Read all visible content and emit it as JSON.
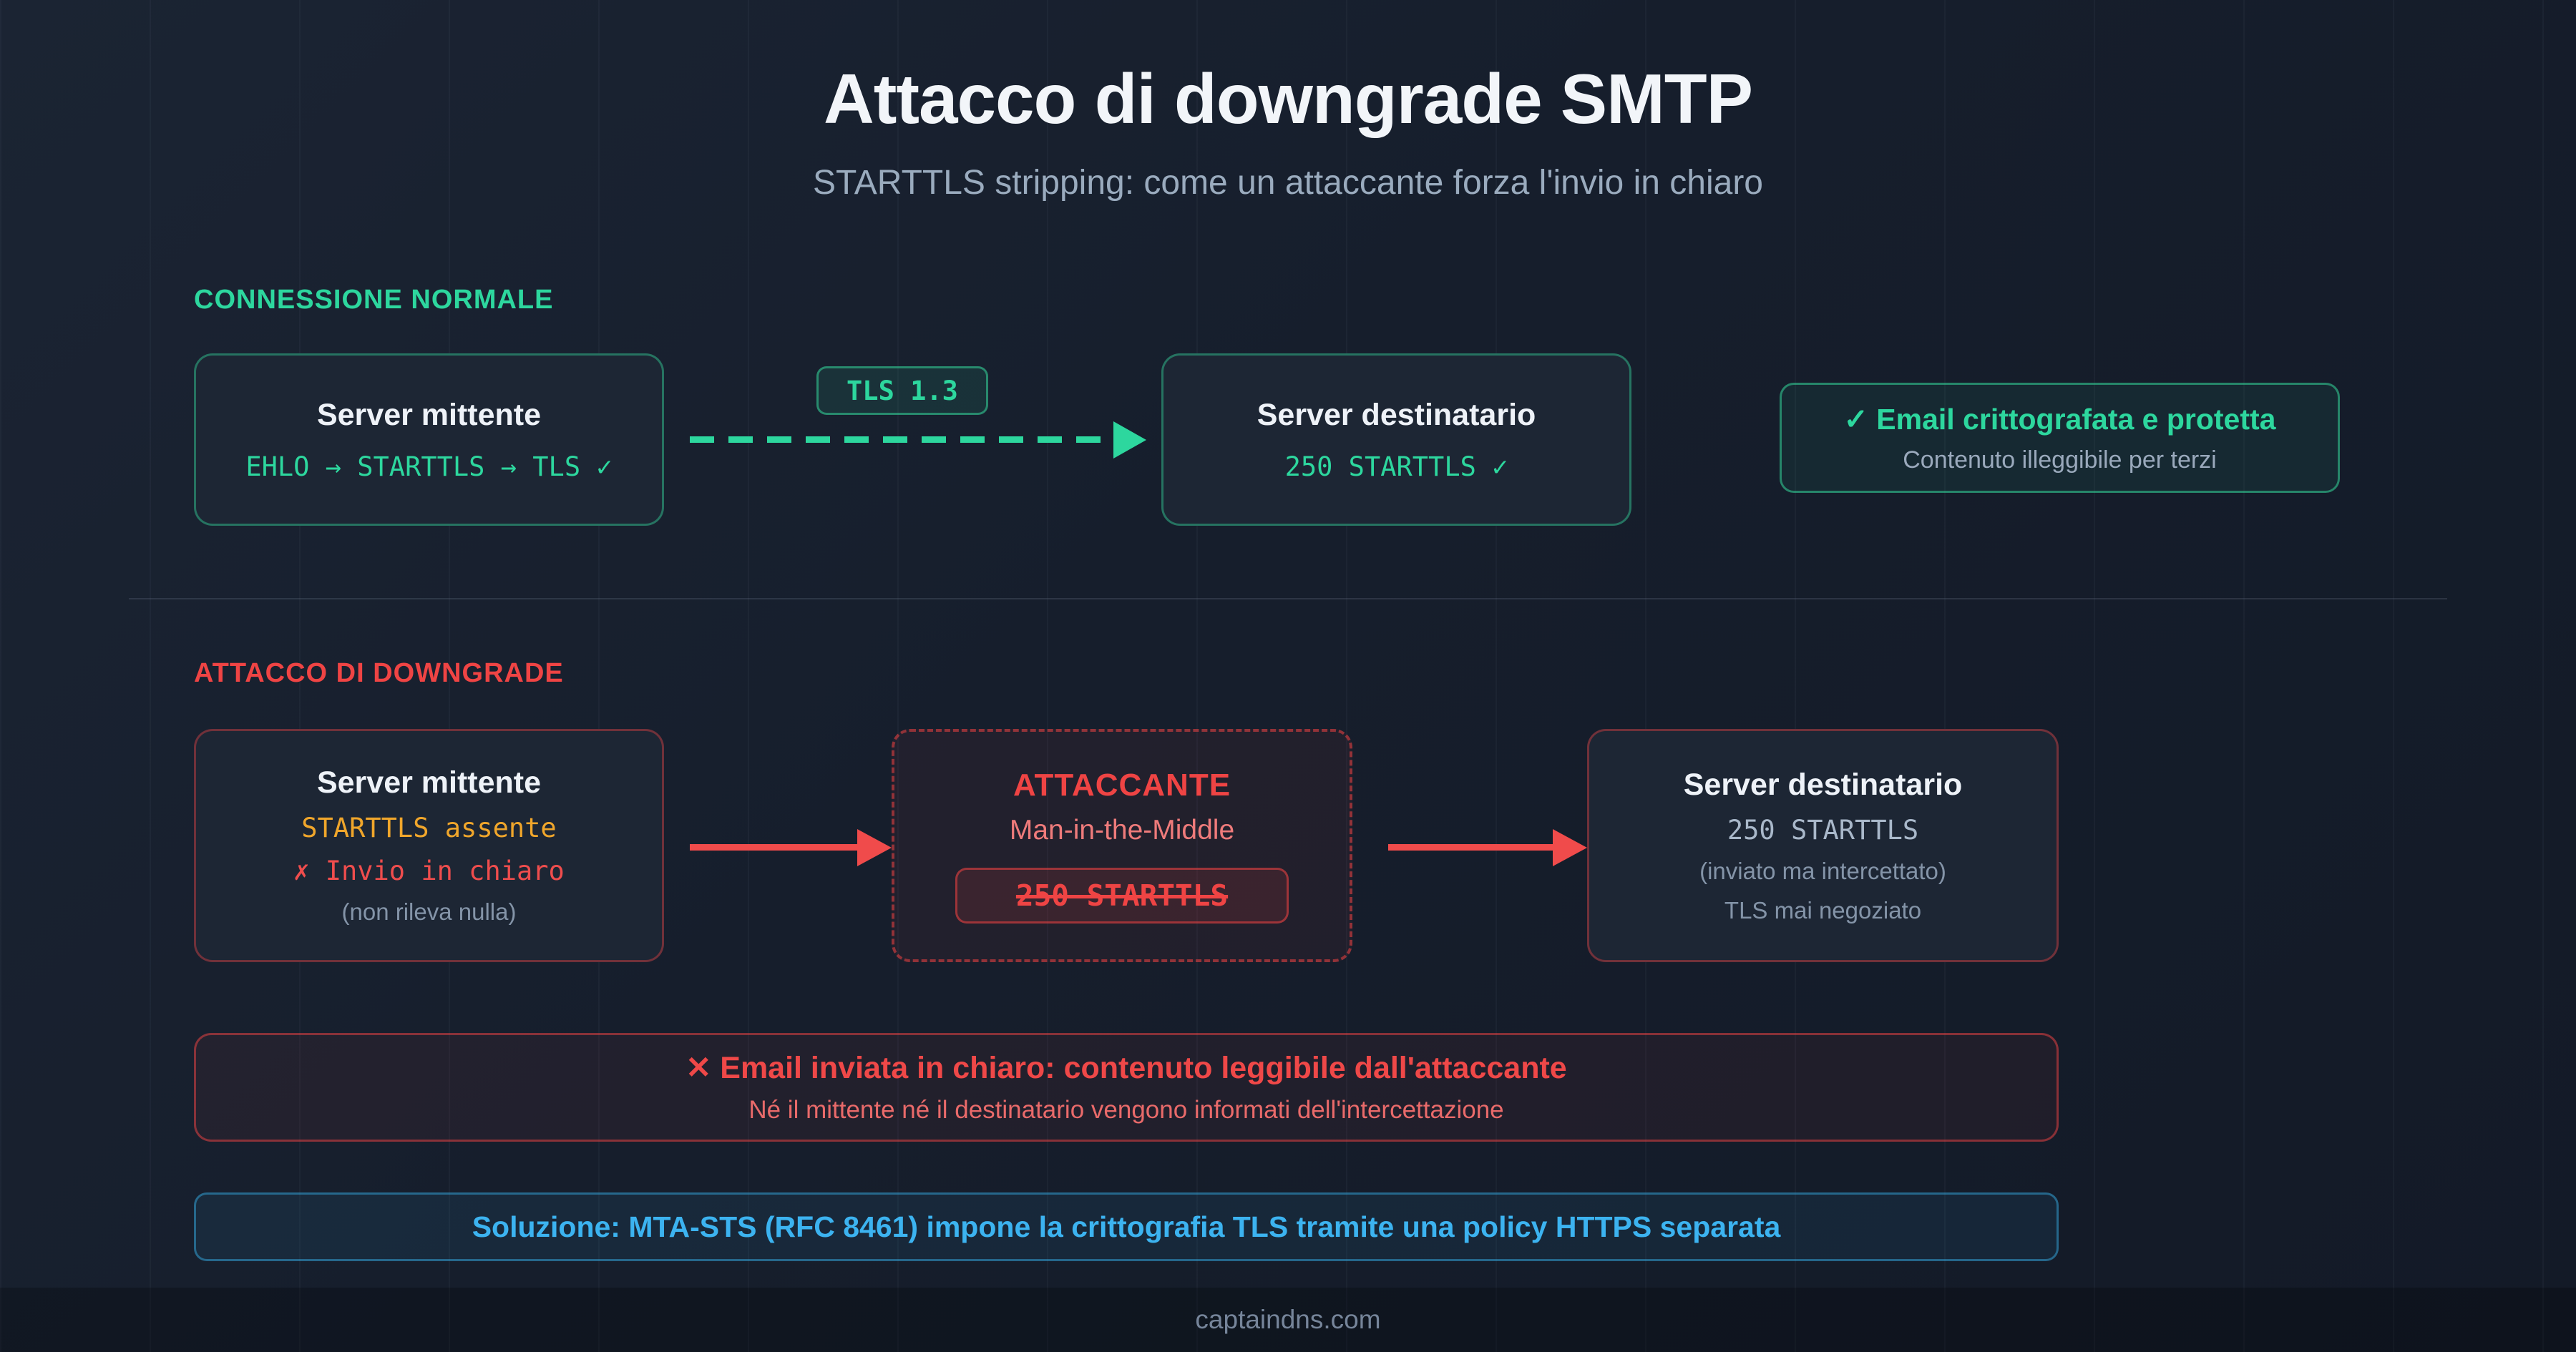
{
  "page": {
    "title": "Attacco di downgrade SMTP",
    "subtitle": "STARTTLS stripping: come un attaccante forza l'invio in chiaro",
    "footer": "captaindns.com"
  },
  "icons": {
    "check": "✓",
    "cross": "✕"
  },
  "colors": {
    "background": "#161e2c",
    "green": "#2dd79e",
    "red": "#ef4444",
    "amber": "#f0a62b",
    "blue": "#3cb3f0",
    "gray": "#8494a8",
    "white": "#eef2f8"
  },
  "normal_section": {
    "label": "CONNESSIONE NORMALE",
    "sender": {
      "title": "Server mittente",
      "detail": "EHLO → STARTTLS → TLS ✓"
    },
    "link_badge": "TLS 1.3",
    "receiver": {
      "title": "Server destinatario",
      "detail": "250 STARTTLS ✓"
    },
    "result": {
      "title": "Email crittografata e protetta",
      "subtitle": "Contenuto illeggibile per terzi"
    }
  },
  "attack_section": {
    "label": "ATTACCO DI DOWNGRADE",
    "sender": {
      "title": "Server mittente",
      "line1": "STARTTLS assente",
      "line2": "✗ Invio in chiaro",
      "line3": "(non rileva nulla)"
    },
    "attacker": {
      "title": "ATTACCANTE",
      "subtitle": "Man-in-the-Middle",
      "badge": "250 STARTTLS"
    },
    "receiver": {
      "title": "Server destinatario",
      "line1": "250 STARTTLS",
      "line2": "(inviato ma intercettato)",
      "line3": "TLS mai negoziato"
    },
    "warning": {
      "title": "Email inviata in chiaro: contenuto leggibile dall'attaccante",
      "subtitle": "Né il mittente né il destinatario vengono informati dell'intercettazione"
    },
    "solution": "Soluzione: MTA-STS (RFC 8461) impone la crittografia TLS tramite una policy HTTPS separata"
  }
}
